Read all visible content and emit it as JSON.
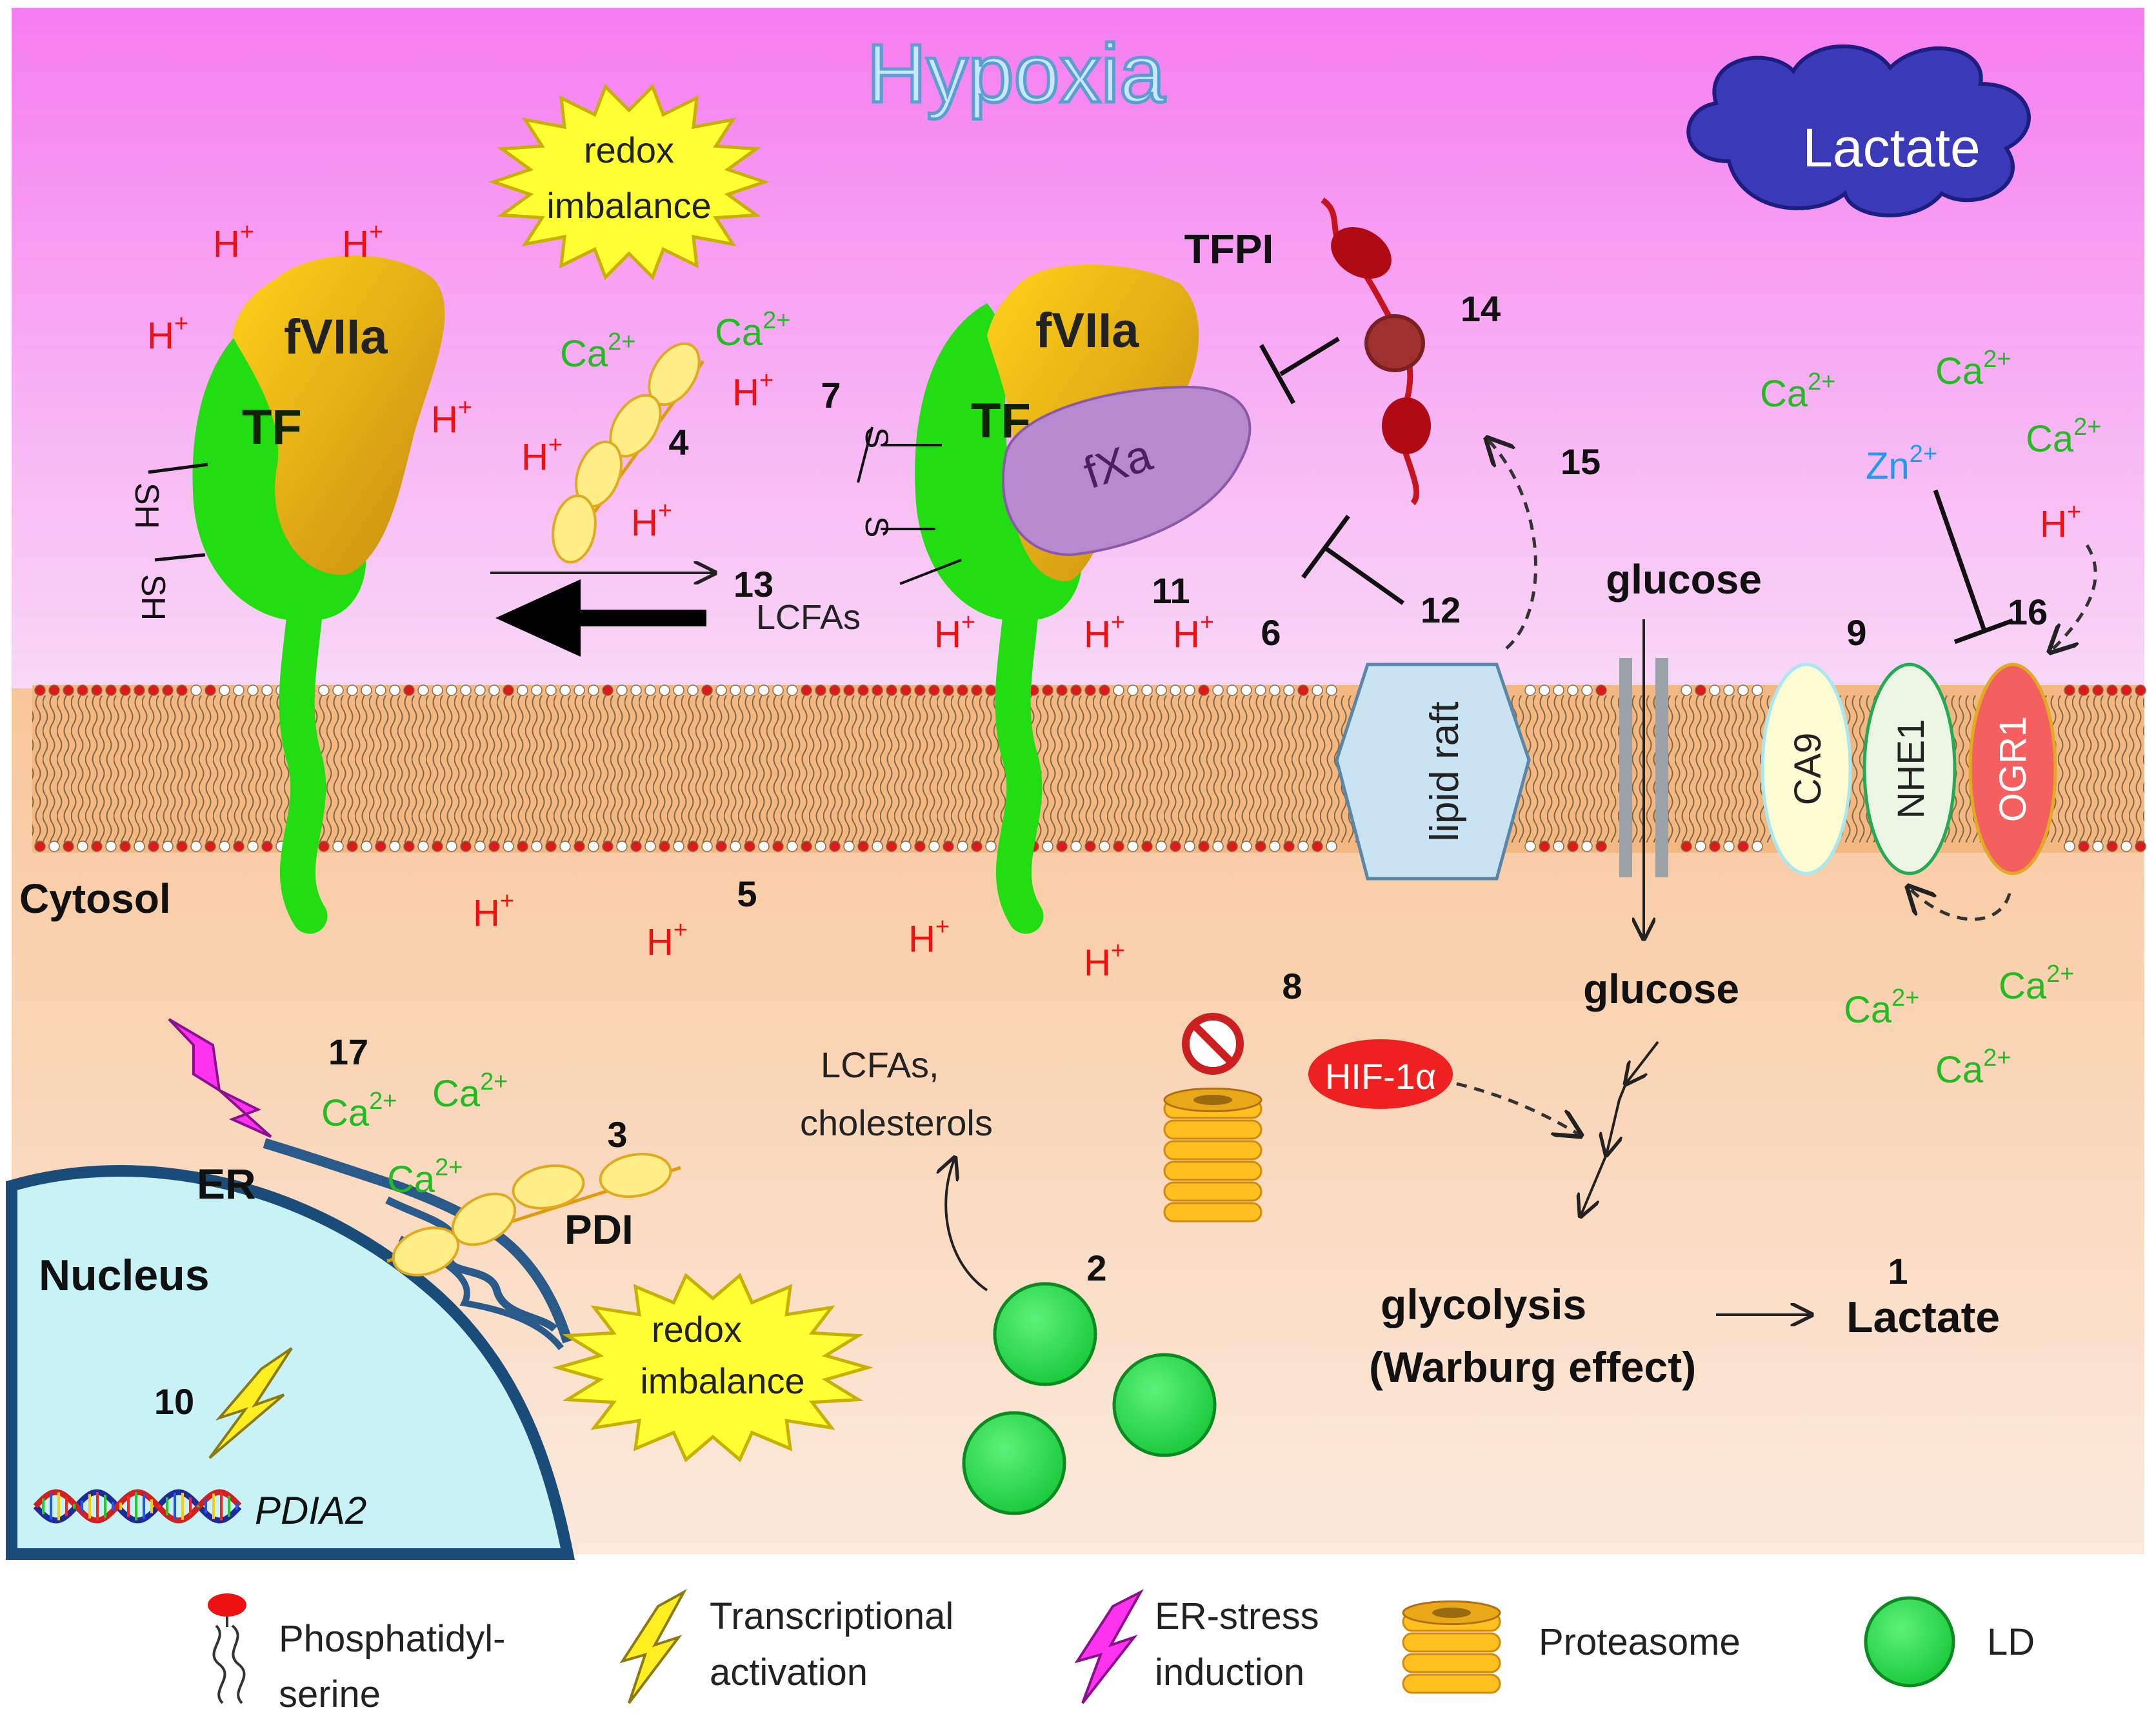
{
  "title": "Hypoxia",
  "lactate_cloud": "Lactate",
  "redox_top": [
    "redox",
    "imbalance"
  ],
  "redox_bottom": [
    "redox",
    "imbalance"
  ],
  "h_plus": "H",
  "ca": "Ca",
  "zn": "Zn",
  "plus": "+",
  "two_plus": "2+",
  "tf": "TF",
  "fviia": "fVIIa",
  "fxa": "fXa",
  "sh": "SH",
  "s": "S",
  "tfpi": "TFPI",
  "lcfas": "LCFAs",
  "lcfas_chol": [
    "LCFAs,",
    "cholesterols"
  ],
  "lipid_raft": "lipid raft",
  "glucose_out": "glucose",
  "glucose_in": "glucose",
  "glycolysis": "glycolysis",
  "warburg": "(Warburg effect)",
  "lactate_product": "Lactate",
  "hif": "HIF-1α",
  "ca9": "CA9",
  "nhe1": "NHE1",
  "ogr1": "OGR1",
  "cytosol": "Cytosol",
  "nucleus": "Nucleus",
  "er": "ER",
  "pdi": "PDI",
  "gene": "PDIA2",
  "numbers": {
    "n1": "1",
    "n2": "2",
    "n3": "3",
    "n4": "4",
    "n5": "5",
    "n6": "6",
    "n7": "7",
    "n8": "8",
    "n9": "9",
    "n10": "10",
    "n11": "11",
    "n12": "12",
    "n13": "13",
    "n14": "14",
    "n15": "15",
    "n16": "16",
    "n17": "17"
  },
  "legend": {
    "ps": [
      "Phosphatidyl-",
      "serine"
    ],
    "ta": [
      "Transcriptional",
      "activation"
    ],
    "er": [
      "ER-stress",
      "induction"
    ],
    "prot": "Proteasome",
    "ld": "LD"
  },
  "colors": {
    "hplus": "#ee1111",
    "calcium": "#22bb22",
    "zinc": "#1a9cf0",
    "tf_green": "#22dd11",
    "fviia_gold": "#f0b818",
    "fxa_purple": "#b78ad0",
    "tfpi_red": "#b00a14",
    "hif_red": "#ee2020",
    "ld_green": "#22dd44",
    "lactate_cloud": "#3a3ab8"
  }
}
